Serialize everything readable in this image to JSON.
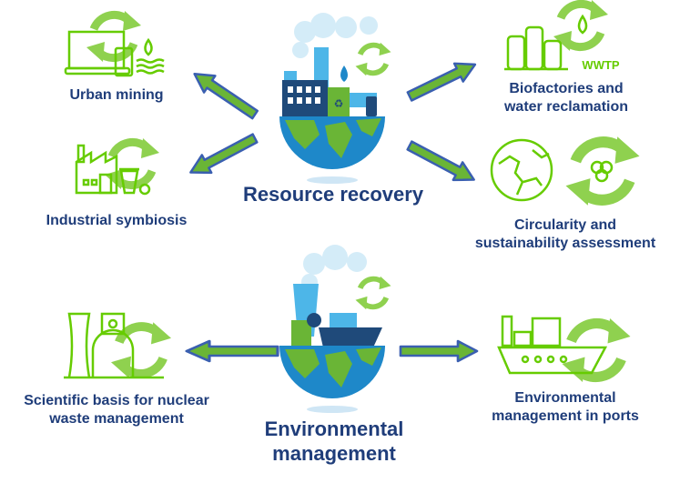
{
  "hubs": [
    {
      "id": "resource-recovery",
      "label": "Resource recovery"
    },
    {
      "id": "environmental-management",
      "label_line1": "Environmental",
      "label_line2": "management"
    }
  ],
  "topics": {
    "urban_mining": "Urban mining",
    "industrial_symbiosis": "Industrial symbiosis",
    "biofactories_line1": "Biofactories and",
    "biofactories_line2": "water reclamation",
    "wwtp": "WWTP",
    "circularity_line1": "Circularity and",
    "circularity_line2": "sustainability assessment",
    "nuclear_line1": "Scientific basis for nuclear",
    "nuclear_line2": "waste management",
    "ports_line1": "Environmental",
    "ports_line2": "management in ports"
  },
  "colors": {
    "text": "#1f3d7a",
    "icon_green": "#66cc00",
    "recycle_green": "#8fd14f",
    "arrow_fill": "#6ab536",
    "arrow_stroke": "#3a5fb0",
    "globe_blue": "#1e88c9",
    "land_green": "#6ab536"
  }
}
